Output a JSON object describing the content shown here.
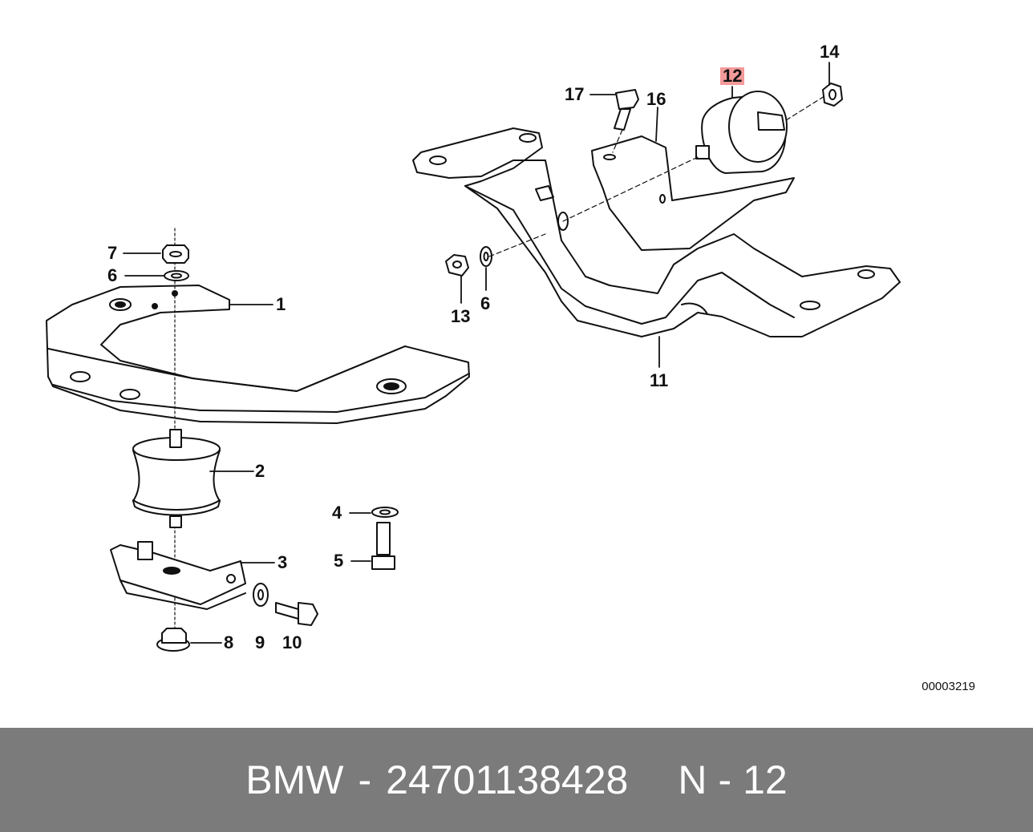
{
  "diagram": {
    "callouts": {
      "c1": "1",
      "c2": "2",
      "c3": "3",
      "c4": "4",
      "c5": "5",
      "c6a": "6",
      "c6b": "6",
      "c7": "7",
      "c8": "8",
      "c9": "9",
      "c10": "10",
      "c11": "11",
      "c12": "12",
      "c13": "13",
      "c14": "14",
      "c16": "16",
      "c17": "17"
    },
    "highlighted_part": "12",
    "highlight_color": "#f39a9a",
    "reference_code": "00003219"
  },
  "footer": {
    "brand": "BMW",
    "separator": "-",
    "part_number": "24701138428",
    "position_prefix": "N",
    "position_separator": "-",
    "position_number": "12",
    "background": "#7b7b7b",
    "text_color": "#ffffff"
  }
}
